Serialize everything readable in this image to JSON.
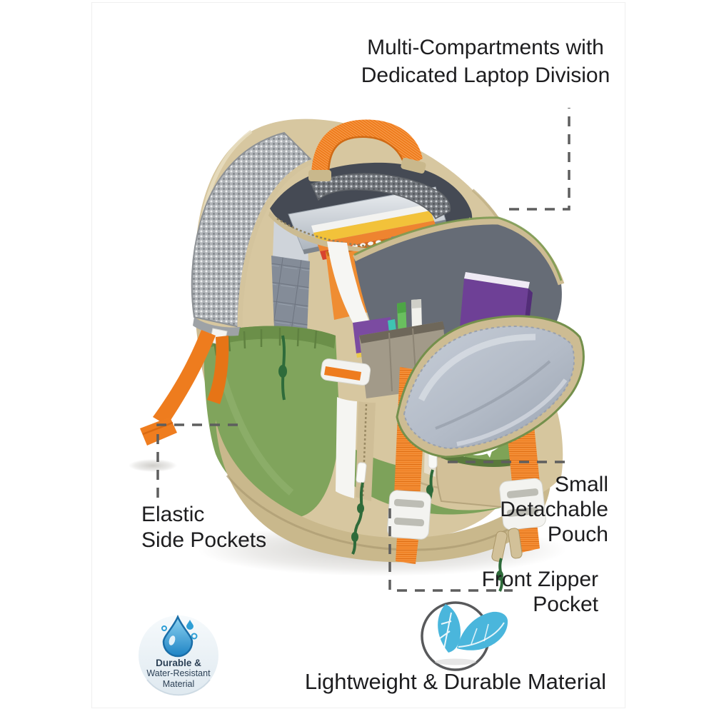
{
  "page": {
    "background": "#ffffff",
    "card_border_color": "#efefef"
  },
  "callouts": {
    "multi_compartments": {
      "line1": "Multi-Compartments with",
      "line2": "Dedicated Laptop Division"
    },
    "elastic_side_pockets": {
      "line1": "Elastic",
      "line2": "Side Pockets"
    },
    "small_detachable_pouch": {
      "line1": "Small",
      "line2": "Detachable",
      "line3": "Pouch"
    },
    "front_zipper_pocket": {
      "line1": "Front Zipper",
      "line2": "Pocket"
    },
    "lightweight_material": {
      "text": "Lightweight & Durable Material"
    }
  },
  "badges": {
    "water_resistant": {
      "icon": "water-drop-icon",
      "line1": "Durable &",
      "line2": "Water-Resistant",
      "line3": "Material",
      "text_color": "#2d4156",
      "accent_color": "#2e9fd6",
      "circle_fill": "#e9f1f6"
    },
    "feather": {
      "icon": "feather-icon",
      "accent_color": "#4ab6dc",
      "ring_color": "#58595b"
    }
  },
  "leader_line_color": "#5e5e5e",
  "text_color": "#1d1d1f",
  "product_colors": {
    "khaki": "#d7c7a0",
    "khaki_dark": "#c9b88c",
    "green": "#80a45c",
    "green_dark": "#5e7f41",
    "orange": "#ee7c1e",
    "strap_mesh_gray": "#b0b4b8",
    "interior_gray": "#6a7078",
    "flap_lining_gray": "#b9c1cc",
    "buckle_white": "#f3f3f0",
    "cord_green": "#2e6b3a",
    "laptop_silver": "#cfd4da",
    "notebook_blue": "#3d4fc3",
    "notebook_purple": "#6e4096",
    "notebook_orange": "#ef8d32"
  }
}
